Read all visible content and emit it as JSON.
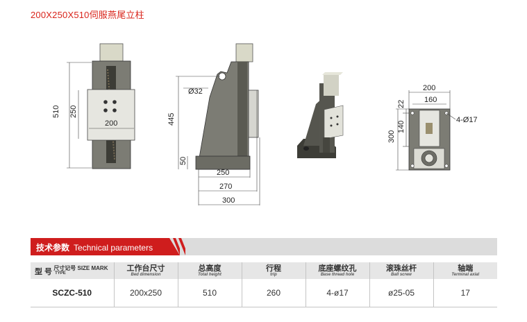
{
  "page": {
    "title": "200X250X510伺服燕尾立柱"
  },
  "drawings": {
    "front_view": {
      "dim_height": "510",
      "dim_table_height": "250",
      "dim_table_width": "200"
    },
    "side_view": {
      "dim_hole": "Ø32",
      "dim_height": "445",
      "dim_base_height": "50",
      "dim_250": "250",
      "dim_270": "270",
      "dim_300": "300"
    },
    "top_view": {
      "dim_200": "200",
      "dim_160": "160",
      "dim_22": "22",
      "dim_140": "140",
      "dim_300": "300",
      "dim_holes": "4-Ø17"
    }
  },
  "banner": {
    "title_cn": "技术参数",
    "title_en": "Technical parameters"
  },
  "table": {
    "type_header_top": "尺寸记号 SIZE MARK",
    "type_header_bottom_cn": "型 号",
    "type_header_bottom_en": "TYPE",
    "columns": [
      {
        "cn": "工作台尺寸",
        "en": "Bed dimension"
      },
      {
        "cn": "总高度",
        "en": "Total height"
      },
      {
        "cn": "行程",
        "en": "trip"
      },
      {
        "cn": "底座螺纹孔",
        "en": "Base thread hole"
      },
      {
        "cn": "滚珠丝杆",
        "en": "Ball screw"
      },
      {
        "cn": "轴端",
        "en": "Terminal axial"
      }
    ],
    "rows": [
      {
        "model": "SCZC-510",
        "bed": "200x250",
        "height": "510",
        "trip": "260",
        "hole": "4-ø17",
        "screw": "ø25-05",
        "axial": "17"
      }
    ]
  }
}
